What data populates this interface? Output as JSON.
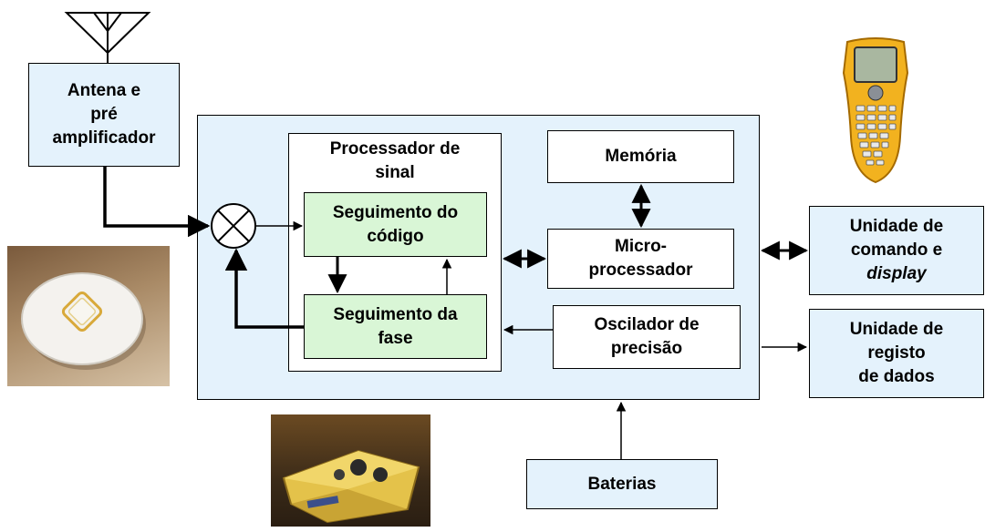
{
  "blocks": {
    "antenna": [
      "Antena e",
      "pré",
      "amplificador"
    ],
    "processor_title": [
      "Processador de",
      "sinal"
    ],
    "code_tracking": [
      "Seguimento do",
      "código"
    ],
    "phase_tracking": [
      "Seguimento da",
      "fase"
    ],
    "memory": "Memória",
    "microprocessor": [
      "Micro-",
      "processador"
    ],
    "oscillator": [
      "Oscilador de",
      "precisão"
    ],
    "control_unit": [
      "Unidade de",
      "comando e",
      "display"
    ],
    "data_logger": [
      "Unidade de",
      "registo",
      "de dados"
    ],
    "batteries": "Baterias"
  },
  "colors": {
    "block_fill": "#e4f2fc",
    "tracking_fill": "#d9f6d6",
    "line": "#000000"
  },
  "icons": [
    "antenna-symbol-icon",
    "mixer-icon",
    "handheld-controller-photo",
    "antenna-disc-photo",
    "receiver-unit-photo"
  ]
}
